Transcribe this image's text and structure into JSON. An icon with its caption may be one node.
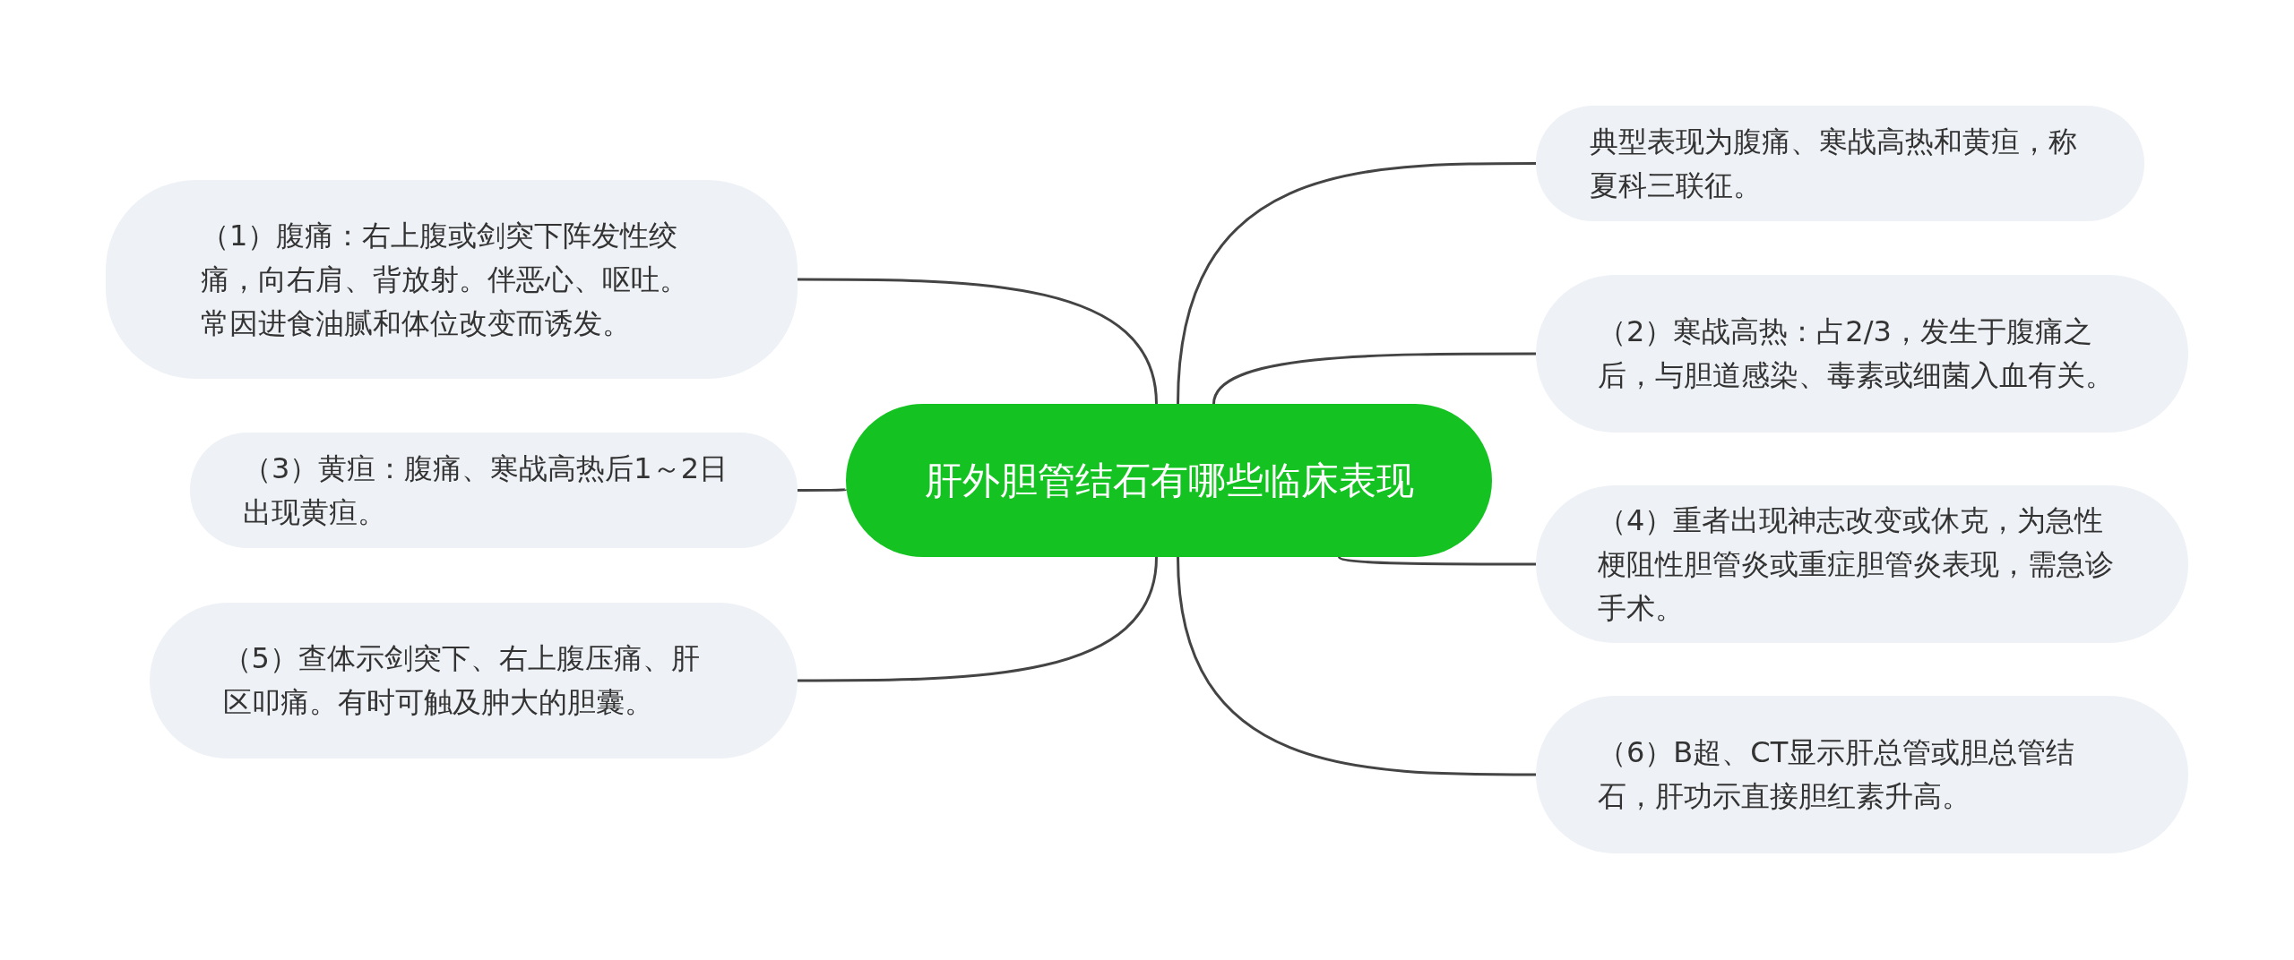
{
  "diagram": {
    "nodes": [
      {
        "text": [
          "肝外胆管结石有哪些临床表现"
        ]
      },
      {
        "text": [
          "典型表现为腹痛、寒战高热和黄疸，称夏科三联征。"
        ]
      },
      {
        "text": [
          "（1）腹痛：右上腹或剑突下阵发性绞痛，向右肩、背放射。伴恶心、呕吐。常因进食油腻和体位改变而诱发。"
        ]
      },
      {
        "text": [
          "（2）寒战高热：占2/3，发生于腹痛之后，与胆道感染、毒素或细菌入血有关。"
        ]
      },
      {
        "text": [
          "（3）黄疸：腹痛、寒战高热后1～2日出现黄疸。"
        ]
      },
      {
        "text": [
          "（4）重者出现神志改变或休克，为急性梗阻性胆管炎或重症胆管炎表现，需急诊手术。"
        ]
      },
      {
        "text": [
          "（5）查体示剑突下、右上腹压痛、肝区叩痛。有时可触及肿大的胆囊。"
        ]
      },
      {
        "text": [
          "（6）B超、CT显示肝总管或胆总管结石，肝功示直接胆红素升高。"
        ]
      }
    ],
    "edges": [
      {
        "from": 0,
        "to": 1,
        "arrow": "none"
      },
      {
        "from": 0,
        "to": 2,
        "arrow": "none"
      },
      {
        "from": 0,
        "to": 3,
        "arrow": "none"
      },
      {
        "from": 0,
        "to": 4,
        "arrow": "none"
      },
      {
        "from": 0,
        "to": 5,
        "arrow": "none"
      },
      {
        "from": 0,
        "to": 6,
        "arrow": "none"
      },
      {
        "from": 0,
        "to": 7,
        "arrow": "none"
      }
    ]
  }
}
